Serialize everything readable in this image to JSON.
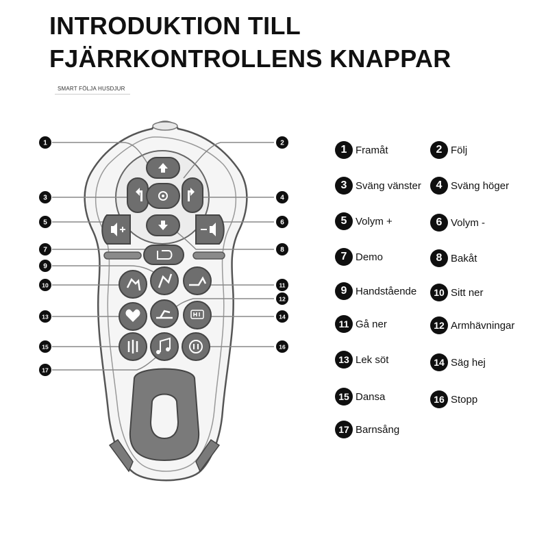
{
  "title": {
    "line1": "INTRODUKTION TILL",
    "line2": "FJÄRRKONTROLLENS KNAPPAR"
  },
  "caption": "SMART FÖLJA HUSDJUR",
  "remote_buttons": [
    {
      "n": "1",
      "icon": "arrow-up-icon"
    },
    {
      "n": "2",
      "icon": "arrow-up-icon"
    },
    {
      "n": "3",
      "icon": "turn-left-icon"
    },
    {
      "n": "4",
      "icon": "turn-right-icon"
    },
    {
      "n": "5",
      "icon": "volume-up-icon"
    },
    {
      "n": "6",
      "icon": "volume-down-icon"
    },
    {
      "n": "7",
      "icon": "demo-icon"
    },
    {
      "n": "8",
      "icon": "arrow-down-icon"
    },
    {
      "n": "9",
      "icon": "handstand-icon"
    },
    {
      "n": "10",
      "icon": "sit-down-icon"
    },
    {
      "n": "11",
      "icon": "lie-down-icon"
    },
    {
      "n": "12",
      "icon": "push-up-icon"
    },
    {
      "n": "13",
      "icon": "heart-icon"
    },
    {
      "n": "14",
      "icon": "hi-icon"
    },
    {
      "n": "15",
      "icon": "dance-icon"
    },
    {
      "n": "16",
      "icon": "stop-icon"
    },
    {
      "n": "17",
      "icon": "music-icon"
    }
  ],
  "legend": [
    {
      "n": "1",
      "label": "Framåt"
    },
    {
      "n": "2",
      "label": "Följ"
    },
    {
      "n": "3",
      "label": "Sväng vänster"
    },
    {
      "n": "4",
      "label": "Sväng höger"
    },
    {
      "n": "5",
      "label": "Volym +"
    },
    {
      "n": "6",
      "label": "Volym -"
    },
    {
      "n": "7",
      "label": "Demo"
    },
    {
      "n": "8",
      "label": "Bakåt"
    },
    {
      "n": "9",
      "label": "Handstående"
    },
    {
      "n": "10",
      "label": "Sitt ner"
    },
    {
      "n": "11",
      "label": "Gå ner"
    },
    {
      "n": "12",
      "label": "Armhävningar"
    },
    {
      "n": "13",
      "label": "Lek söt"
    },
    {
      "n": "14",
      "label": "Säg hej"
    },
    {
      "n": "15",
      "label": "Dansa"
    },
    {
      "n": "16",
      "label": "Stopp"
    },
    {
      "n": "17",
      "label": "Barnsång"
    }
  ],
  "colors": {
    "badge": "#0f0f0f",
    "button": "#6e6e6e",
    "body_outline": "#555555",
    "grip": "#7a7a7a"
  }
}
